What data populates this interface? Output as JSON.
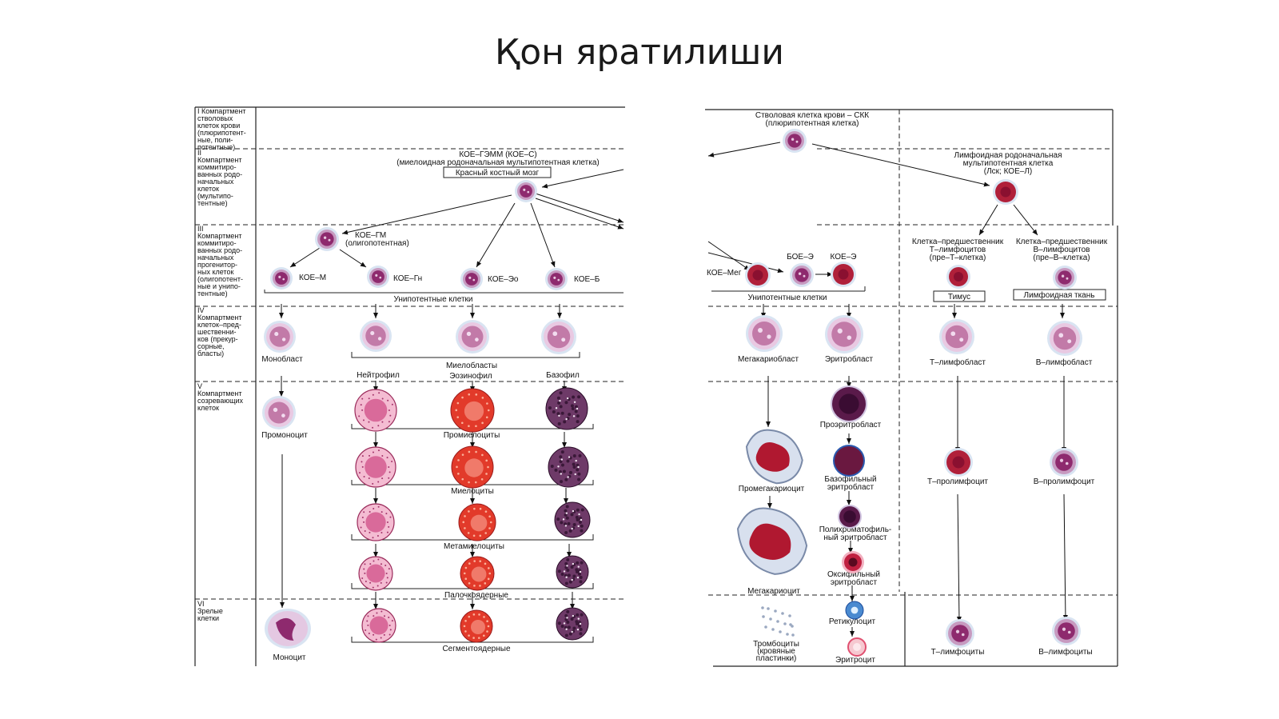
{
  "title": "Қон яратилиши",
  "left_panel": {
    "compartments": [
      [
        "I Компартмент",
        "стволовых",
        "клеток крови",
        "(плюрипотент-",
        "ные, поли-",
        "потентные)"
      ],
      [
        "II",
        "Компартмент",
        "коммитиро-",
        "ванных родо-",
        "начальных",
        "клеток",
        "(мультипо-",
        "тентные)"
      ],
      [
        "III",
        "Компартмент",
        "коммитиро-",
        "ванных родо-",
        "начальных",
        "прогенитор-",
        "ных клеток",
        "(олигопотент-",
        "ные и унипо-",
        "тентные)"
      ],
      [
        "IV",
        "Компартмент",
        "клеток–пред-",
        "шественни-",
        "ков (прекур-",
        "сорные,",
        "бласты)"
      ],
      [
        "V",
        "Компартмент",
        "созревающих",
        "клеток"
      ],
      [
        "VI",
        "Зрелые",
        "клетки"
      ]
    ],
    "koe_gemm": [
      "КОЕ–ГЭММ (КОЕ–С)",
      "(миелоидная родоначальная мультипотентная клетка)"
    ],
    "red_marrow": "Красный костный мозг",
    "koe_gm": [
      "КОЕ–ГМ",
      "(олигопотентная)"
    ],
    "koe_m": "КОЕ–М",
    "koe_gn": "КОЕ–Гн",
    "koe_eo": "КОЕ–Эо",
    "koe_b": "КОЕ–Б",
    "unipotent": "Унипотентные клетки",
    "monoblast": "Монобласт",
    "myeloblasts": "Миелобласты",
    "neutrophil": "Нейтрофил",
    "eosinophil": "Эозинофил",
    "basophil": "Базофил",
    "promonocyte": "Промоноцит",
    "promyelocytes": "Промиелоциты",
    "myelocytes": "Миелоциты",
    "metamyelocytes": "Метамиелоциты",
    "band": "Палочкоядерные",
    "monocyte": "Моноцит",
    "segmented": "Сегментоядерные"
  },
  "right_panel": {
    "stem": [
      "Стволовая клетка крови – СКК",
      "(плюрипотентная клетка)"
    ],
    "lymphoid": [
      "Лимфоидная родоначальная",
      "мультипотентная клетка",
      "(Лск; КОЕ–Л)"
    ],
    "pre_t": [
      "Клетка–предшественник",
      "Т–лимфоцитов",
      "(пре–Т–клетка)"
    ],
    "pre_b": [
      "Клетка–предшественник",
      "В–лимфоцитов",
      "(пре–В–клетка)"
    ],
    "koe_meg": "КОЕ–Мег",
    "boe_e": "БОЕ–Э",
    "koe_e": "КОЕ–Э",
    "unipotent": "Унипотентные клетки",
    "thymus": "Тимус",
    "lymph_tissue": "Лимфоидная ткань",
    "megakaryoblast": "Мегакариобласт",
    "erythroblast": "Эритробласт",
    "t_lymphoblast": "Т–лимфобласт",
    "b_lymphoblast": "В–лимфобласт",
    "proerythroblast": "Проэритробласт",
    "promegakaryocyte": "Промегакариоцит",
    "basophilic_eb": [
      "Базофильный",
      "эритробласт"
    ],
    "t_prolymphocyte": "Т–пролимфоцит",
    "b_prolymphocyte": "В–пролимфоцит",
    "megakaryocyte": "Мегакариоцит",
    "polychromatophilic": [
      "Полихроматофиль-",
      "ный эритробласт"
    ],
    "oxyphilic": [
      "Оксифильный",
      "эритробласт"
    ],
    "reticulocyte": "Ретикулоцит",
    "platelets": [
      "Тромбоциты",
      "(кровяные",
      "пластинки)"
    ],
    "erythrocyte": "Эритроцит",
    "t_lymphocytes": "Т–лимфоциты",
    "b_lymphocytes": "В–лимфоциты"
  },
  "colors": {
    "cell_purple": "#8e2a6e",
    "cell_halo": "#d9e4f2",
    "eosin_red": "#e23a2a",
    "baso_dark": "#3a1838",
    "neutro_pink": "#d96a9a"
  }
}
